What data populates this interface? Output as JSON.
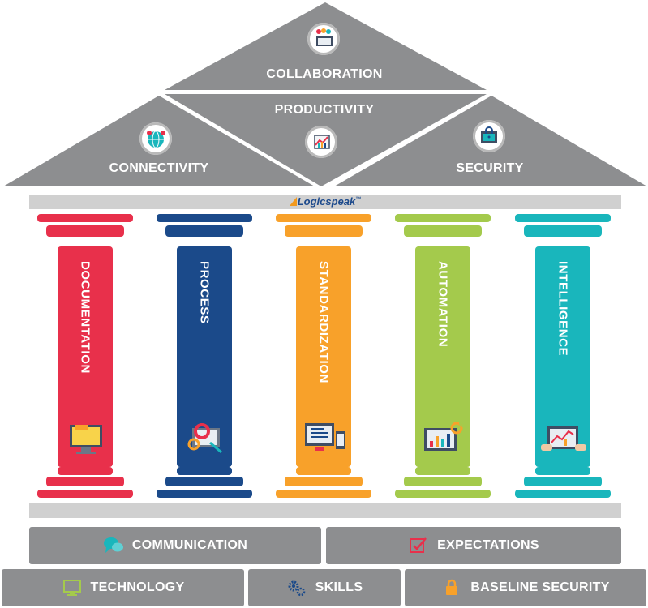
{
  "roof": {
    "top_label": "COLLABORATION",
    "middle_label": "PRODUCTIVITY",
    "left_label": "CONNECTIVITY",
    "right_label": "SECURITY",
    "color": "#8d8e90"
  },
  "beam": {
    "logo_text": "Logicspeak",
    "trademark": "™"
  },
  "pillars": [
    {
      "label": "DOCUMENTATION",
      "color": "#e8304b",
      "icon": "document-computer-icon"
    },
    {
      "label": "PROCESS",
      "color": "#1b4a8a",
      "icon": "gears-monitor-icon"
    },
    {
      "label": "STANDARDIZATION",
      "color": "#f8a12a",
      "icon": "standard-monitor-icon"
    },
    {
      "label": "AUTOMATION",
      "color": "#a4ca4c",
      "icon": "chart-gears-icon"
    },
    {
      "label": "INTELLIGENCE",
      "color": "#19b6bc",
      "icon": "tablet-analytics-icon"
    }
  ],
  "foundation": {
    "row1": [
      {
        "label": "COMMUNICATION",
        "icon": "chat-bubbles-icon"
      },
      {
        "label": "EXPECTATIONS",
        "icon": "checkbox-icon"
      }
    ],
    "row2": [
      {
        "label": "TECHNOLOGY",
        "icon": "monitor-icon"
      },
      {
        "label": "SKILLS",
        "icon": "gears-icon"
      },
      {
        "label": "BASELINE SECURITY",
        "icon": "padlock-icon"
      }
    ]
  }
}
